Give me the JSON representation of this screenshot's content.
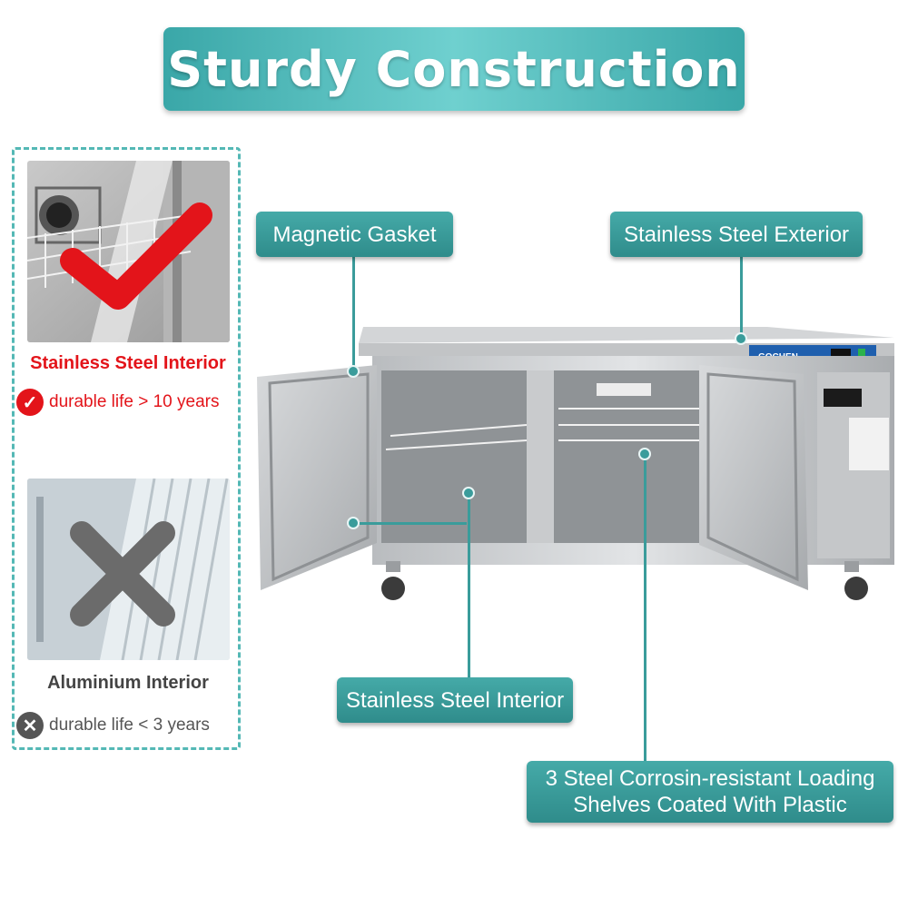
{
  "banner": {
    "title": "Sturdy Construction"
  },
  "comparison": {
    "good": {
      "title": "Stainless Steel Interior",
      "title_color": "#e3141a",
      "note": "durable life > 10 years",
      "icon": "check-icon"
    },
    "bad": {
      "title": "Aluminium Interior",
      "title_color": "#444444",
      "note": "durable life < 3 years",
      "icon": "x-icon"
    }
  },
  "callouts": {
    "magnetic_gasket": "Magnetic Gasket",
    "exterior": "Stainless Steel Exterior",
    "interior": "Stainless Steel Interior",
    "shelves_line1": "3 Steel Corrosin-resistant Loading",
    "shelves_line2": "Shelves Coated With Plastic"
  },
  "product": {
    "brand": "GOCHEN"
  },
  "colors": {
    "accent": "#3a9c9b",
    "accent_light": "#6fd0cf",
    "dashed_border": "#54b8b5"
  }
}
